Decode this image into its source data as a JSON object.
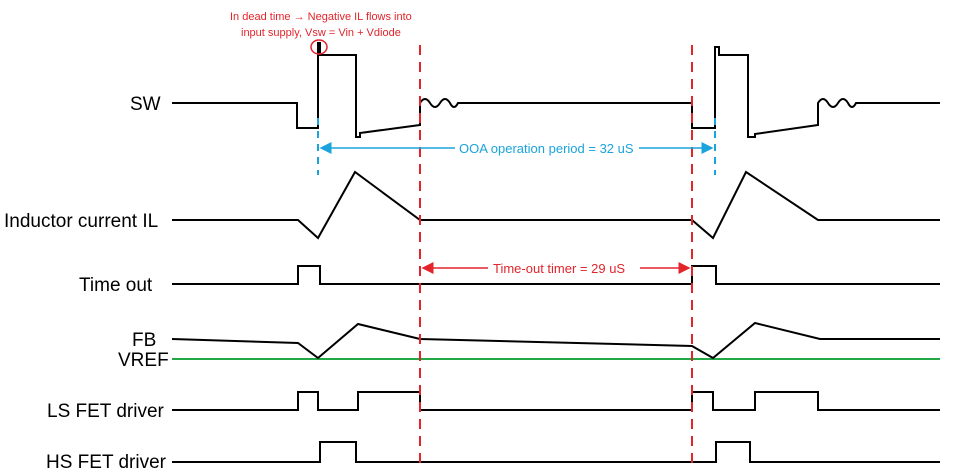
{
  "labels": {
    "sw": "SW",
    "il": "Inductor current IL",
    "timeout": "Time out",
    "fb": "FB",
    "vref": "VREF",
    "ls": "LS FET driver",
    "hs": "HS FET driver"
  },
  "annotations": {
    "dead_time_line1": "In dead time → Negative IL flows into",
    "dead_time_line2": "input supply, Vsw = Vin + Vdiode",
    "ooa_period": "OOA operation period = 32 uS",
    "timeout_timer": "Time-out timer = 29 uS"
  },
  "colors": {
    "waveform": "#000000",
    "vref_line": "#22a845",
    "marker_red": "#e3242b",
    "measure_blue": "#1aa3dc"
  }
}
